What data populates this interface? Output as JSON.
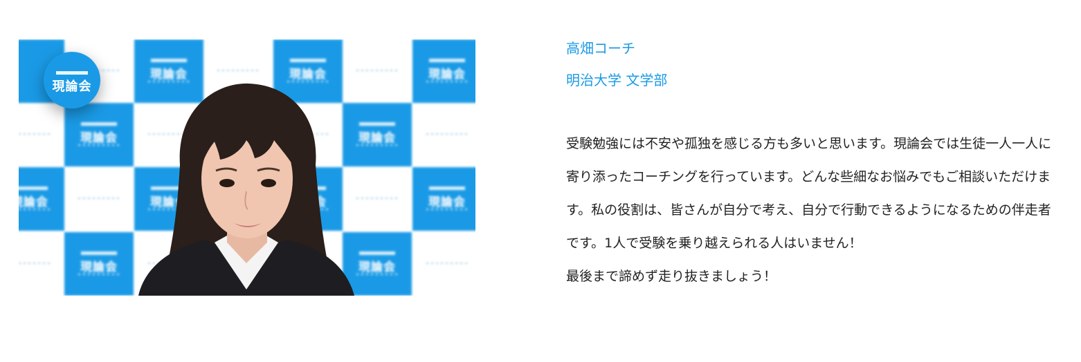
{
  "photo": {
    "background_label": "現論会",
    "logo_label": "現論会"
  },
  "coach": {
    "name": "高畑コーチ",
    "school": "明治大学 文学部",
    "message": "受験勉強には不安や孤独を感じる方も多いと思います。現論会では生徒一人一人に寄り添ったコーチングを行っています。どんな些細なお悩みでもご相談いただけます。私の役割は、皆さんが自分で考え、自分で行動できるようになるための伴走者です。1人で受験を乗り越えられる人はいません！",
    "closing": "最後まで諦めず走り抜きましょう！"
  },
  "colors": {
    "accent": "#1a9ae6",
    "text": "#222222"
  }
}
